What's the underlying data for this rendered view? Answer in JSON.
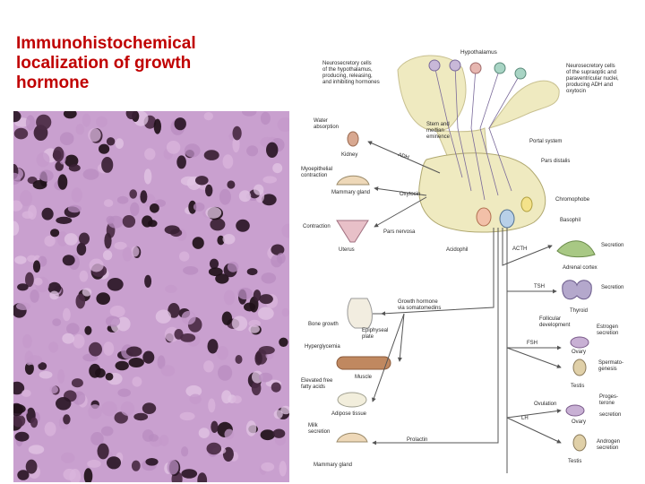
{
  "slide": {
    "title_lines": [
      "Immunohistochemical",
      "localization of growth",
      "hormone"
    ]
  },
  "colors": {
    "title": "#c00000",
    "tissue_background": "#c9a0cf",
    "stained_nuclei": "#2a1626",
    "gland": "#efeac0",
    "arrows": "#555555",
    "adrenal_cortex": "#a8c884",
    "thyroid": "#b4a8cc"
  },
  "diagram": {
    "hypothalamus": "Hypothalamus",
    "neuro_left": [
      "Neurosecretory cells",
      "of the hypothalamus,",
      "producing, releasing,",
      "and inhibiting hormones"
    ],
    "neuro_right": [
      "Neurosecretory cells",
      "of the supraoptic and",
      "paraventricular nuclei,",
      "producing ADH and",
      "oxytocin"
    ],
    "stem": [
      "Stem and",
      "median",
      "eminence"
    ],
    "portal_system": "Portal system",
    "pars_distalis": "Pars distalis",
    "chromophobe": "Chromophobe",
    "basophil": "Basophil",
    "acidophil": "Acidophil",
    "pars_nervosa": "Pars nervosa",
    "adh": "ADH",
    "oxytocin": "Oxytocin",
    "water_absorption": [
      "Water",
      "absorption"
    ],
    "kidney": "Kidney",
    "myoepithelial": [
      "Myoepithelial",
      "contraction"
    ],
    "mammary_gland": "Mammary gland",
    "contraction": "Contraction",
    "uterus": "Uterus",
    "acth": "ACTH",
    "secretion": "Secretion",
    "adrenal_cortex": "Adrenal cortex",
    "tsh": "TSH",
    "thyroid": "Thyroid",
    "growth_hormone": [
      "Growth hormone",
      "via somatomedins"
    ],
    "bone_growth": "Bone growth",
    "epiphyseal": [
      "Epiphyseal",
      "plate"
    ],
    "hyperglycemia": "Hyperglycemia",
    "muscle": "Muscle",
    "fatty_acids": [
      "Elevated free",
      "fatty acids"
    ],
    "adipose_tissue": "Adipose tissue",
    "follicular": [
      "Follicular",
      "development"
    ],
    "fsh": "FSH",
    "estrogen_secretion": [
      "Estrogen",
      "secretion"
    ],
    "ovary": "Ovary",
    "spermatogenesis": [
      "Spermato-",
      "genesis"
    ],
    "testis": "Testis",
    "ovulation": "Ovulation",
    "progesterone_secretion": [
      "Proges-",
      "terone",
      "secretion"
    ],
    "lh": "LH",
    "milk_secretion": [
      "Milk",
      "secretion"
    ],
    "prolactin": "Prolactin",
    "androgen_secretion": [
      "Androgen",
      "secretion"
    ]
  }
}
